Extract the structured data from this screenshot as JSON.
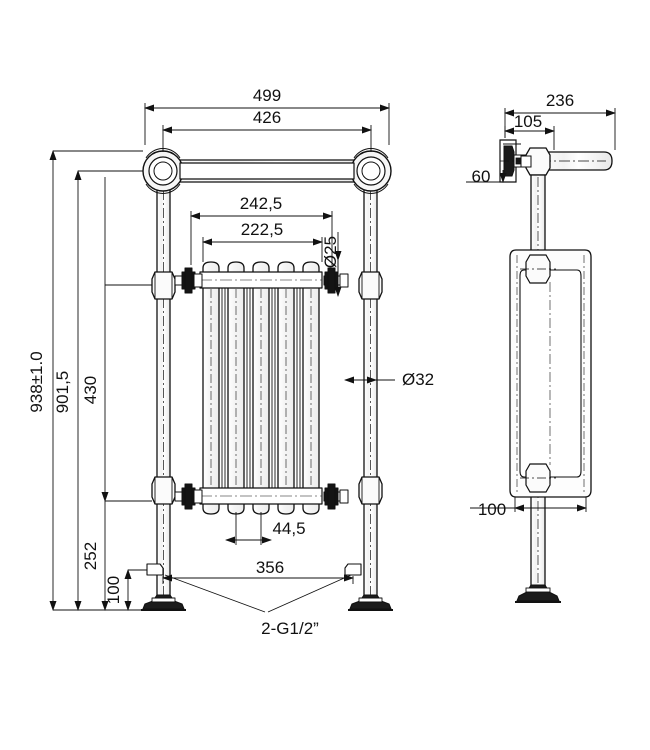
{
  "drawing": {
    "title": "Traditional Towel Rail Radiator Technical Drawing",
    "units": "mm",
    "line_color": "#111111",
    "background_color": "#ffffff",
    "views": [
      {
        "name": "front-view",
        "label": ""
      },
      {
        "name": "side-view",
        "label": ""
      }
    ]
  },
  "front_view": {
    "dimensions": {
      "overall_width": "499",
      "rail_width": "426",
      "radiator_outer_width": "242,5",
      "radiator_inner_width": "222,5",
      "overall_height": "938±1.0",
      "height_to_rail": "901,5",
      "column_height": "430",
      "lower_height": "252",
      "valve_height": "100",
      "fin_pitch": "44,5",
      "foot_spacing": "356",
      "valve_diameter": "Ø25",
      "leg_diameter": "Ø32",
      "connection_thread": "2-G1/2”"
    }
  },
  "side_view": {
    "dimensions": {
      "overall_depth": "236",
      "bracket_depth": "105",
      "bracket_height": "60",
      "panel_offset": "100"
    }
  },
  "labels": {
    "d499": "499",
    "d426": "426",
    "d2425": "242,5",
    "d2225": "222,5",
    "d25": "Ø25",
    "d32": "Ø32",
    "d938": "938±1.0",
    "d9015": "901,5",
    "d430": "430",
    "d252": "252",
    "d100a": "100",
    "d445": "44,5",
    "d356": "356",
    "dG12": "2-G1/2”",
    "d236": "236",
    "d105": "105",
    "d60": "60",
    "d100b": "100"
  }
}
